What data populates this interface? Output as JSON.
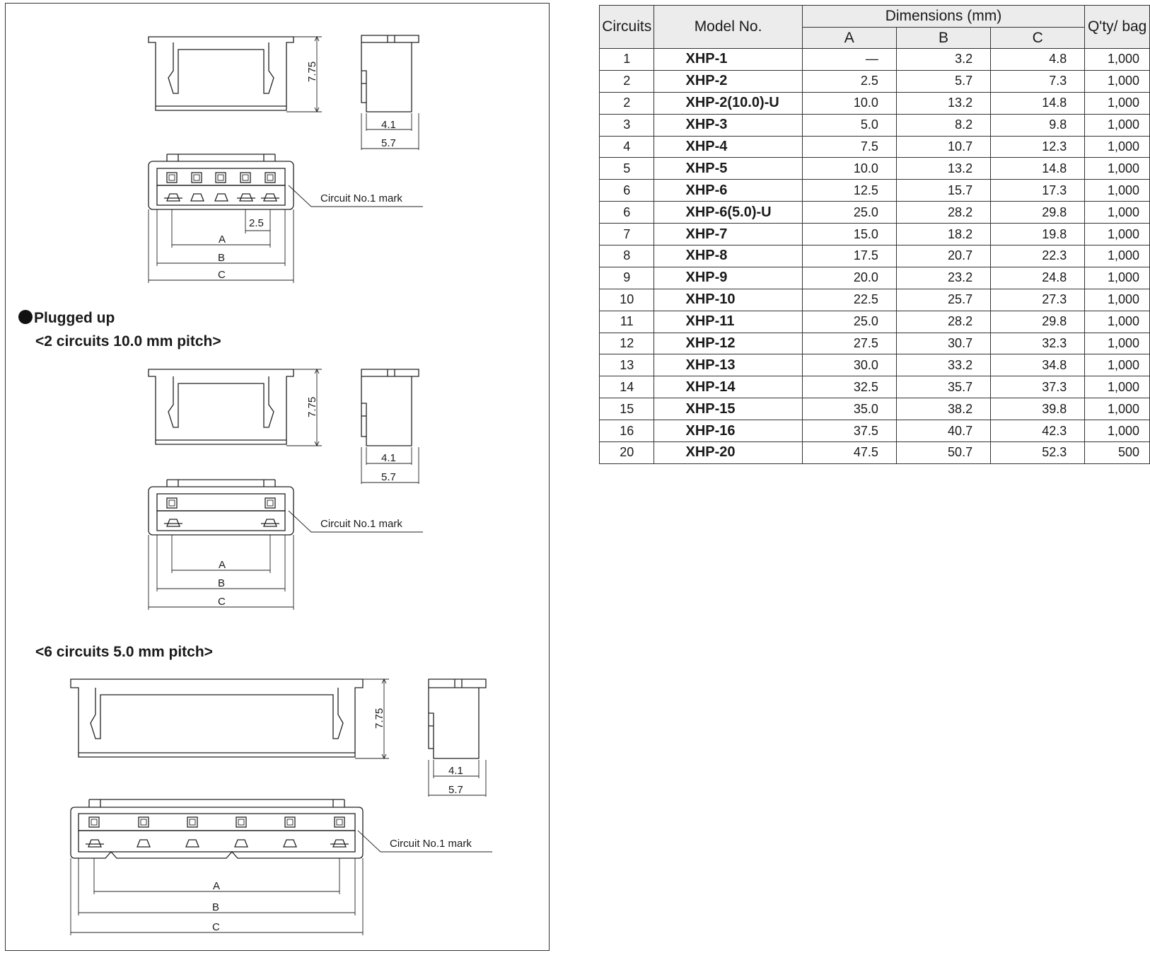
{
  "drawing": {
    "dim_height": "7.75",
    "dim_inner_width": "4.1",
    "dim_outer_width": "5.7",
    "dim_pitch": "2.5",
    "callout": "Circuit No.1 mark",
    "label_a": "A",
    "label_b": "B",
    "label_c": "C"
  },
  "sections": {
    "heading": "Plugged up",
    "sub_2circuits": "<2 circuits 10.0 mm pitch>",
    "sub_6circuits": "<6 circuits 5.0 mm pitch>"
  },
  "table": {
    "headers": {
      "circuits": "Circuits",
      "model": "Model No.",
      "dimensions": "Dimensions (mm)",
      "a": "A",
      "b": "B",
      "c": "C",
      "qty": "Q'ty/ bag"
    },
    "rows": [
      {
        "circuits": "1",
        "model": "XHP-1",
        "a": "—",
        "b": "3.2",
        "c": "4.8",
        "qty": "1,000"
      },
      {
        "circuits": "2",
        "model": "XHP-2",
        "a": "2.5",
        "b": "5.7",
        "c": "7.3",
        "qty": "1,000"
      },
      {
        "circuits": "2",
        "model": "XHP-2(10.0)-U",
        "a": "10.0",
        "b": "13.2",
        "c": "14.8",
        "qty": "1,000"
      },
      {
        "circuits": "3",
        "model": "XHP-3",
        "a": "5.0",
        "b": "8.2",
        "c": "9.8",
        "qty": "1,000"
      },
      {
        "circuits": "4",
        "model": "XHP-4",
        "a": "7.5",
        "b": "10.7",
        "c": "12.3",
        "qty": "1,000"
      },
      {
        "circuits": "5",
        "model": "XHP-5",
        "a": "10.0",
        "b": "13.2",
        "c": "14.8",
        "qty": "1,000"
      },
      {
        "circuits": "6",
        "model": "XHP-6",
        "a": "12.5",
        "b": "15.7",
        "c": "17.3",
        "qty": "1,000"
      },
      {
        "circuits": "6",
        "model": "XHP-6(5.0)-U",
        "a": "25.0",
        "b": "28.2",
        "c": "29.8",
        "qty": "1,000"
      },
      {
        "circuits": "7",
        "model": "XHP-7",
        "a": "15.0",
        "b": "18.2",
        "c": "19.8",
        "qty": "1,000"
      },
      {
        "circuits": "8",
        "model": "XHP-8",
        "a": "17.5",
        "b": "20.7",
        "c": "22.3",
        "qty": "1,000"
      },
      {
        "circuits": "9",
        "model": "XHP-9",
        "a": "20.0",
        "b": "23.2",
        "c": "24.8",
        "qty": "1,000"
      },
      {
        "circuits": "10",
        "model": "XHP-10",
        "a": "22.5",
        "b": "25.7",
        "c": "27.3",
        "qty": "1,000"
      },
      {
        "circuits": "11",
        "model": "XHP-11",
        "a": "25.0",
        "b": "28.2",
        "c": "29.8",
        "qty": "1,000"
      },
      {
        "circuits": "12",
        "model": "XHP-12",
        "a": "27.5",
        "b": "30.7",
        "c": "32.3",
        "qty": "1,000"
      },
      {
        "circuits": "13",
        "model": "XHP-13",
        "a": "30.0",
        "b": "33.2",
        "c": "34.8",
        "qty": "1,000"
      },
      {
        "circuits": "14",
        "model": "XHP-14",
        "a": "32.5",
        "b": "35.7",
        "c": "37.3",
        "qty": "1,000"
      },
      {
        "circuits": "15",
        "model": "XHP-15",
        "a": "35.0",
        "b": "38.2",
        "c": "39.8",
        "qty": "1,000"
      },
      {
        "circuits": "16",
        "model": "XHP-16",
        "a": "37.5",
        "b": "40.7",
        "c": "42.3",
        "qty": "1,000"
      },
      {
        "circuits": "20",
        "model": "XHP-20",
        "a": "47.5",
        "b": "50.7",
        "c": "52.3",
        "qty": "500"
      }
    ]
  }
}
